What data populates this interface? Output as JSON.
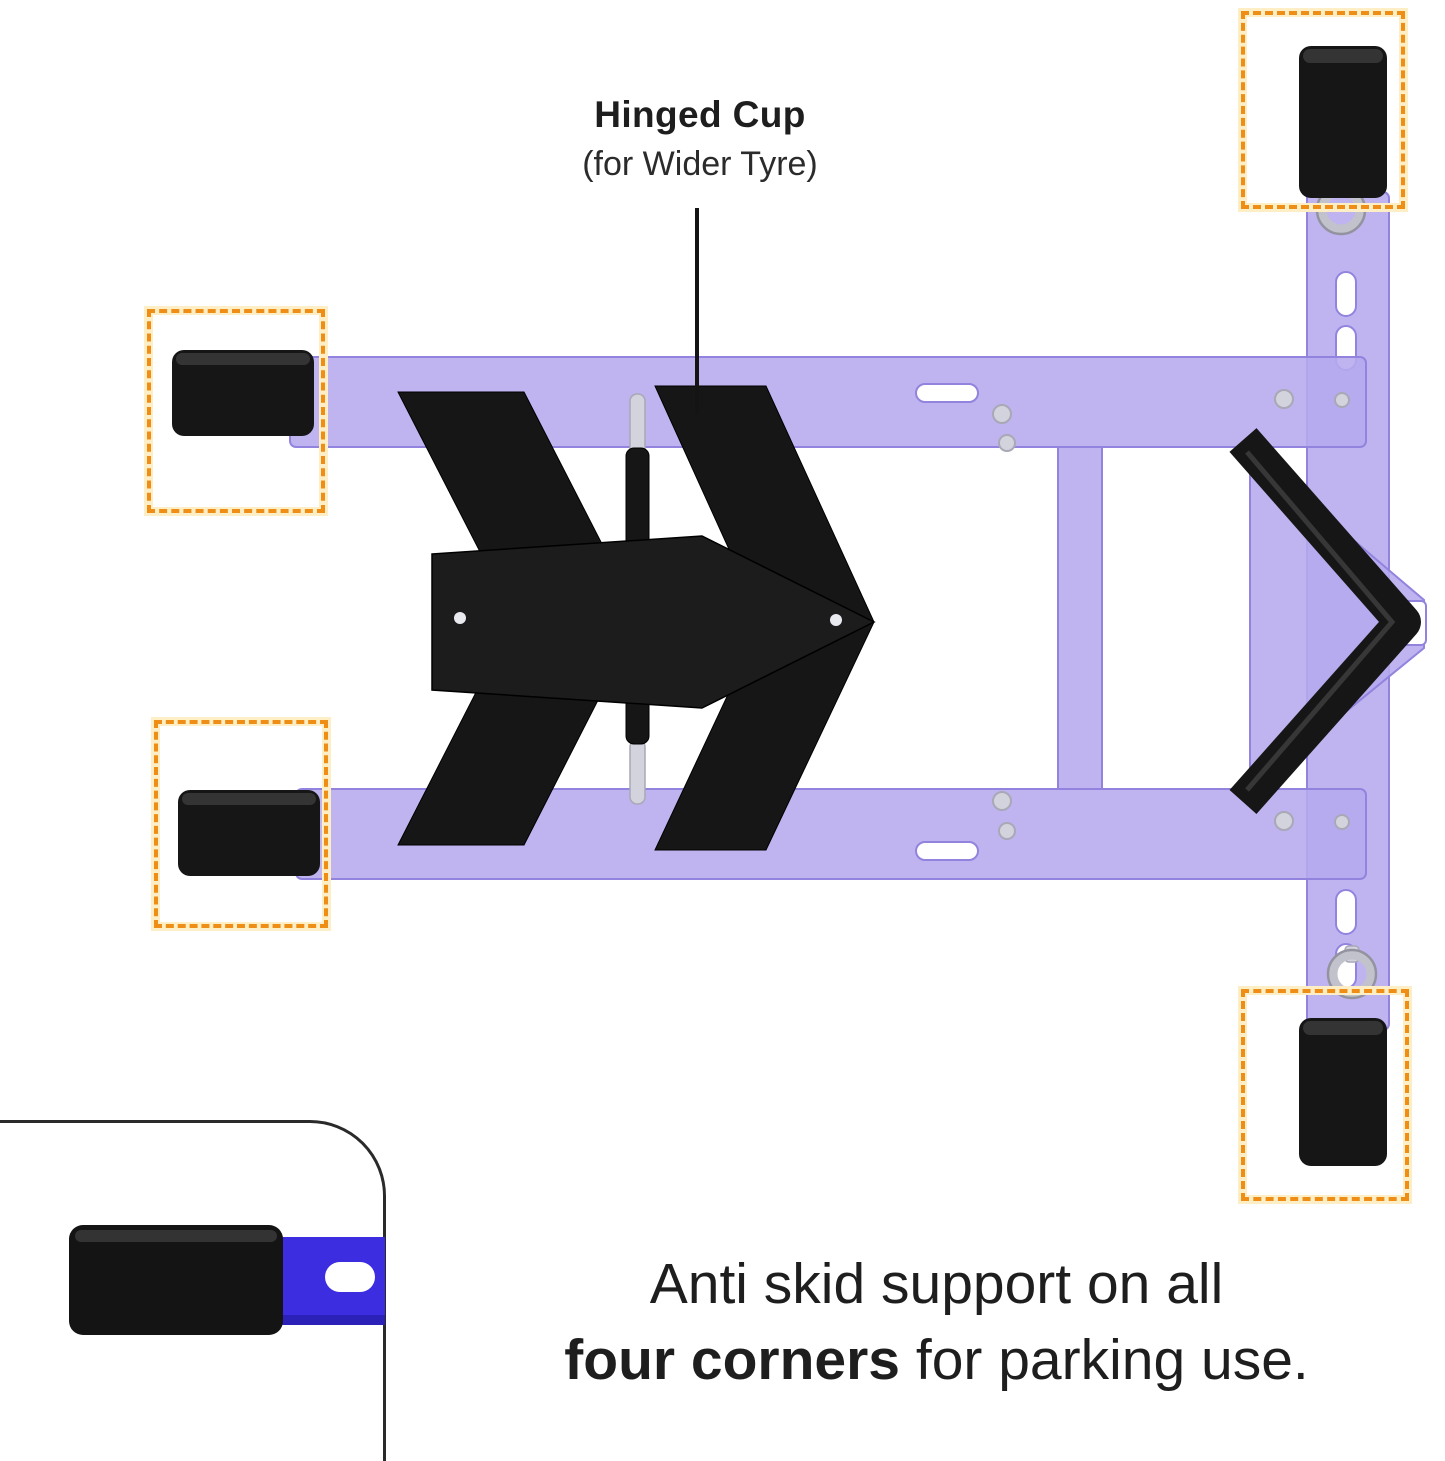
{
  "callout": {
    "title": "Hinged Cup",
    "subtitle": "(for Wider Tyre)"
  },
  "caption": {
    "line1": "Anti skid support on all",
    "bold": "four corners",
    "rest": " for parking use."
  },
  "figure": {
    "type": "product-illustration",
    "subject": "motorcycle dolly / wheel chock, top view",
    "highlighted_parts": [
      "anti-skid foot top-right",
      "anti-skid foot left-upper",
      "anti-skid foot left-lower",
      "anti-skid foot bottom-right"
    ],
    "callout_target": "hinged cup",
    "inset": "close-up of anti-skid rubber foot on frame arm"
  },
  "colors": {
    "frame_purple": "#b6aaee",
    "frame_edge": "#9284de",
    "part_black": "#161616",
    "silver": "#d3d3dd",
    "silver_edge": "#a8a8b6",
    "hl_orange": "#ee8e17",
    "hl_halo": "#fdeec5",
    "inset_blue": "#3c2ee0",
    "ink": "#1e1e1e"
  }
}
